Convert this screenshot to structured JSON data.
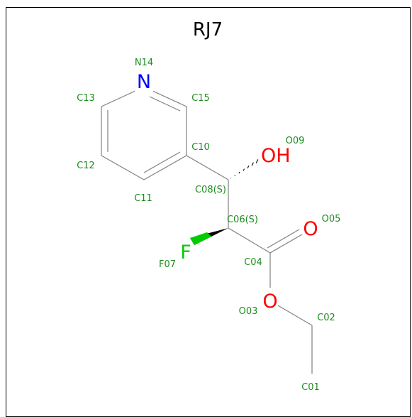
{
  "molecule": {
    "title": "RJ7",
    "colors": {
      "bond": "#808080",
      "label": "#1e8c1e",
      "nitrogen": "#0000ff",
      "oxygen": "#ff0000",
      "fluorine": "#00cc00",
      "wedge": "#000000"
    },
    "atoms": {
      "N14": {
        "label": "N14",
        "symbol": "N"
      },
      "C13": {
        "label": "C13"
      },
      "C15": {
        "label": "C15"
      },
      "C10": {
        "label": "C10"
      },
      "C12": {
        "label": "C12"
      },
      "C11": {
        "label": "C11"
      },
      "O09": {
        "label": "O09",
        "symbol": "OH"
      },
      "C08": {
        "label": "C08(S)"
      },
      "C06": {
        "label": "C06(S)"
      },
      "O05": {
        "label": "O05",
        "symbol": "O"
      },
      "F07": {
        "label": "F07",
        "symbol": "F"
      },
      "C04": {
        "label": "C04"
      },
      "O03": {
        "label": "O03",
        "symbol": "O"
      },
      "C02": {
        "label": "C02"
      },
      "C01": {
        "label": "C01"
      }
    }
  }
}
